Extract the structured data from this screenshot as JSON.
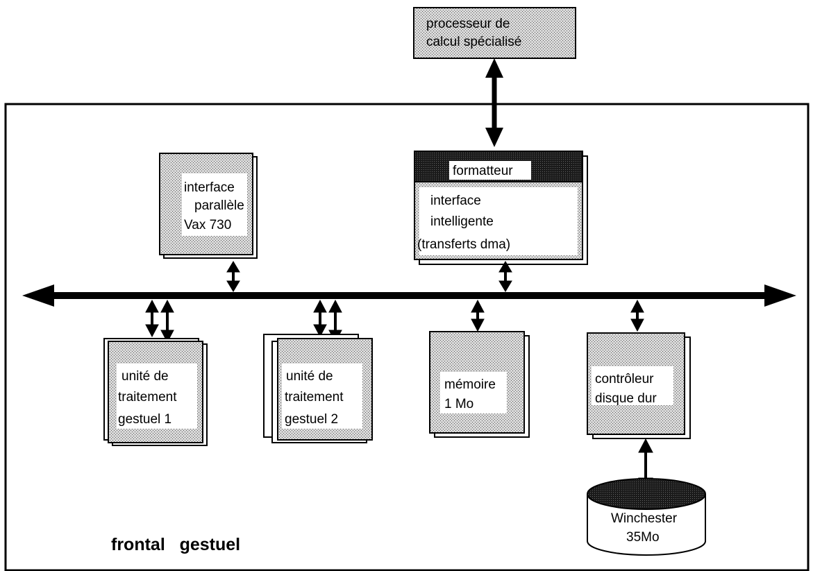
{
  "diagram": {
    "frame_label": "frontal   gestuel",
    "top_processor": {
      "line1": "processeur de",
      "line2": "calcul  spécialisé"
    },
    "parallel_interface": {
      "line1": "interface",
      "line2": "parallèle",
      "line3": "Vax  730"
    },
    "formatter": {
      "header": "formatteur",
      "line1": "interface",
      "line2": "intelligente",
      "line3": "(transferts  dma)"
    },
    "unit1": {
      "line1": "unité de",
      "line2": "traitement",
      "line3": "gestuel 1"
    },
    "unit2": {
      "line1": "unité de",
      "line2": "traitement",
      "line3": "gestuel 2"
    },
    "memory": {
      "line1": "mémoire",
      "line2": "1 Mo"
    },
    "disk_controller": {
      "line1": "contrôleur",
      "line2": "disque dur"
    },
    "winchester": {
      "line1": "Winchester",
      "line2": "35Mo"
    }
  },
  "colors": {
    "shade": "#bdbdbd",
    "dark": "#1a1a1a",
    "line": "#000000",
    "label_bg": "#ffffff"
  }
}
